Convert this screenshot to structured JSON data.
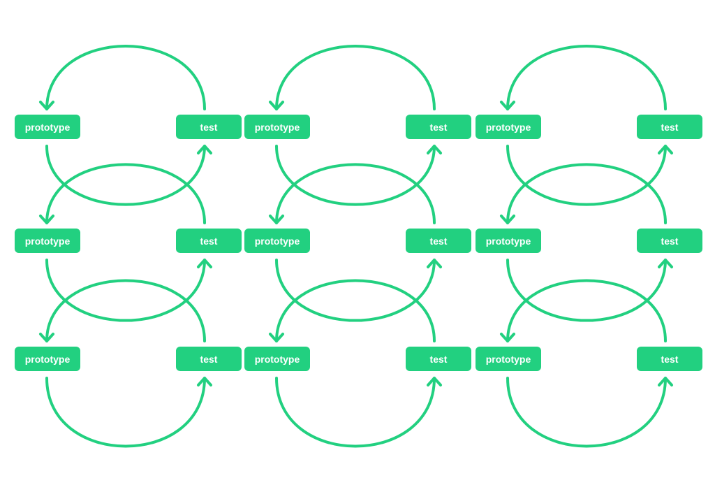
{
  "diagram": {
    "accent_color": "#22d080",
    "node_text_color": "#ffffff",
    "columns": [
      {
        "rows": [
          {
            "prototype": {
              "label": "prototype"
            },
            "test": {
              "label": "test"
            }
          },
          {
            "prototype": {
              "label": "prototype"
            },
            "test": {
              "label": "test"
            }
          },
          {
            "prototype": {
              "label": "prototype"
            },
            "test": {
              "label": "test"
            }
          }
        ]
      },
      {
        "rows": [
          {
            "prototype": {
              "label": "prototype"
            },
            "test": {
              "label": "test"
            }
          },
          {
            "prototype": {
              "label": "prototype"
            },
            "test": {
              "label": "test"
            }
          },
          {
            "prototype": {
              "label": "prototype"
            },
            "test": {
              "label": "test"
            }
          }
        ]
      },
      {
        "rows": [
          {
            "prototype": {
              "label": "prototype"
            },
            "test": {
              "label": "test"
            }
          },
          {
            "prototype": {
              "label": "prototype"
            },
            "test": {
              "label": "test"
            }
          },
          {
            "prototype": {
              "label": "prototype"
            },
            "test": {
              "label": "test"
            }
          }
        ]
      }
    ]
  }
}
